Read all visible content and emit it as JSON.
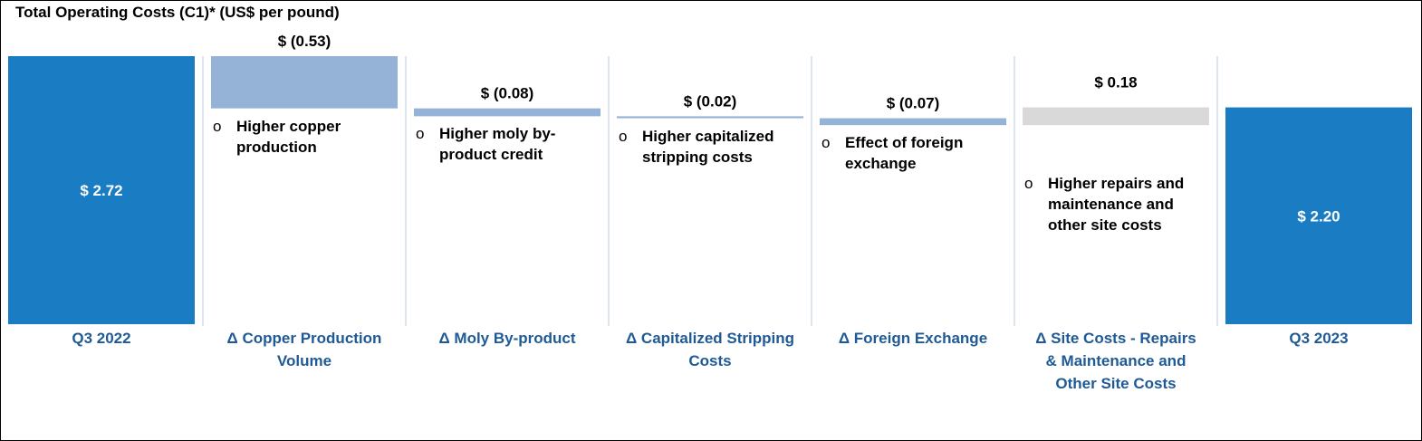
{
  "chart_data": {
    "type": "bar",
    "subtype": "waterfall",
    "title": "Total Operating Costs (C1)* (US$ per pound)",
    "categories": [
      "Q3 2022",
      "Δ Copper Production Volume",
      "Δ Moly By-product",
      "Δ Capitalized Stripping Costs",
      "Δ Foreign Exchange",
      "Δ Site Costs - Repairs & Maintenance and Other Site Costs",
      "Q3 2023"
    ],
    "category_lines": [
      [
        "Q3 2022"
      ],
      [
        "Δ Copper Production",
        "Volume"
      ],
      [
        "Δ Moly By-product"
      ],
      [
        "Δ Capitalized Stripping",
        "Costs"
      ],
      [
        "Δ Foreign Exchange"
      ],
      [
        "Δ Site Costs - Repairs",
        "& Maintenance and",
        "Other Site Costs"
      ],
      [
        "Q3 2023"
      ]
    ],
    "values": [
      2.72,
      -0.53,
      -0.08,
      -0.02,
      -0.07,
      0.18,
      2.2
    ],
    "kinds": [
      "total",
      "delta",
      "delta",
      "delta",
      "delta",
      "delta",
      "total"
    ],
    "value_labels": [
      "$ 2.72",
      "$ (0.53)",
      "$ (0.08)",
      "$ (0.02)",
      "$ (0.07)",
      "$ 0.18",
      "$ 2.20"
    ],
    "notes": [
      [],
      [
        "Higher copper",
        "production"
      ],
      [
        "Higher moly by-",
        "product credit"
      ],
      [
        "Higher capitalized",
        "stripping costs"
      ],
      [
        "Effect of foreign",
        "exchange"
      ],
      [
        "Higher repairs and",
        "maintenance  and",
        "other site costs"
      ],
      []
    ],
    "bullet": "o",
    "colors": {
      "total": "#1a7dc4",
      "decrease": "#95b3d7",
      "increase": "#d9d9d9",
      "category_text": "#1f5a96",
      "separator": "#c5d5ea"
    },
    "ylim": [
      0,
      2.72
    ],
    "grid": false,
    "legend": "none",
    "xlabel": "",
    "ylabel": ""
  }
}
